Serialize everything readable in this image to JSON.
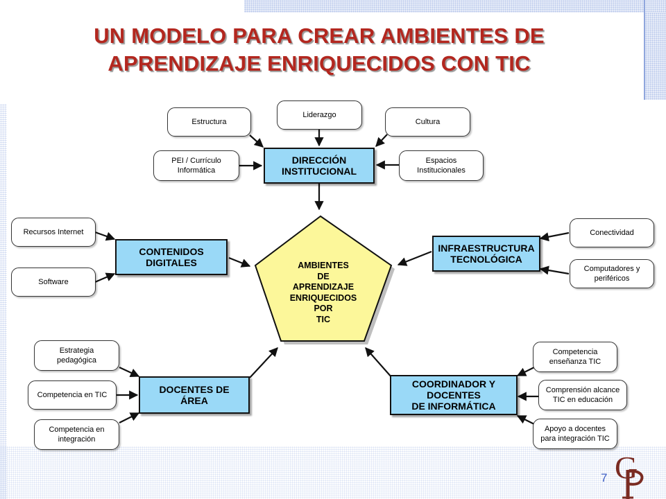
{
  "slide": {
    "title_line1": "UN MODELO PARA CREAR AMBIENTES DE",
    "title_line2": "APRENDIZAJE ENRIQUECIDOS CON TIC",
    "page_number": "7",
    "logo": "GP monogram logo"
  },
  "colors": {
    "title": "#b3271f",
    "blue_box": "#9ad9f7",
    "center_fill": "#fcf79a",
    "page_number": "#3b5cc4"
  },
  "center": {
    "label": "AMBIENTES\nDE\nAPRENDIZAJE\nENRIQUECIDOS\nPOR\nTIC"
  },
  "hubs": {
    "direccion": "DIRECCIÓN\nINSTITUCIONAL",
    "contenidos": "CONTENIDOS\nDIGITALES",
    "infraestructura": "INFRAESTRUCTURA\nTECNOLÓGICA",
    "docentes": "DOCENTES DE\nÁREA",
    "coordinador": "COORDINADOR Y\nDOCENTES\nDE INFORMÁTICA"
  },
  "factors": {
    "estructura": "Estructura",
    "liderazgo": "Liderazgo",
    "cultura": "Cultura",
    "pei": "PEI / Currículo\nInformática",
    "espacios": "Espacios\nInstitucionales",
    "recursos": "Recursos Internet",
    "software": "Software",
    "conectividad": "Conectividad",
    "computadores": "Computadores y\nperiféricos",
    "estrategia": "Estrategia\npedagógica",
    "competencia_tic": "Competencia en TIC",
    "competencia_integracion": "Competencia en\nintegración",
    "competencia_ensenanza": "Competencia\nenseñanza TIC",
    "comprension": "Comprensión alcance\nTIC en educación",
    "apoyo": "Apoyo a docentes\npara integración TIC"
  }
}
